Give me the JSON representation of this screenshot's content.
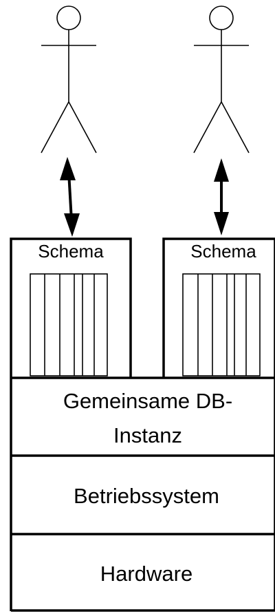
{
  "schemas": [
    {
      "label": "Schema"
    },
    {
      "label": "Schema"
    }
  ],
  "layers": {
    "db_instance_line1": "Gemeinsame DB-",
    "db_instance_line2": "Instanz",
    "os": "Betriebssystem",
    "hardware": "Hardware"
  }
}
